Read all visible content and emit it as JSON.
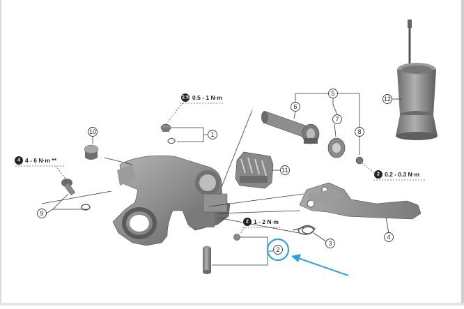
{
  "parts": {
    "p1": "1",
    "p2": "2",
    "p3": "3",
    "p4": "4",
    "p5": "5",
    "p6": "6",
    "p7": "7",
    "p8": "8",
    "p9": "9",
    "p10": "10",
    "p11": "11",
    "p12": "12"
  },
  "torques": {
    "t_top": {
      "badge": "2.5",
      "text": "0.5 - 1 N·m"
    },
    "t_left": {
      "badge": "4",
      "text": "4 - 6 N·m **"
    },
    "t_right": {
      "badge": "2",
      "text": "0.2 - 0.3 N·m"
    },
    "t_mid": {
      "badge": "2",
      "text": "1 - 2 N·m"
    }
  },
  "colors": {
    "part_fill": "#8c8c8c",
    "part_dark": "#5e5e5e",
    "part_light": "#b8b8b8",
    "highlight_circle": "#2aa4e0",
    "arrow": "#2aa4e0"
  }
}
